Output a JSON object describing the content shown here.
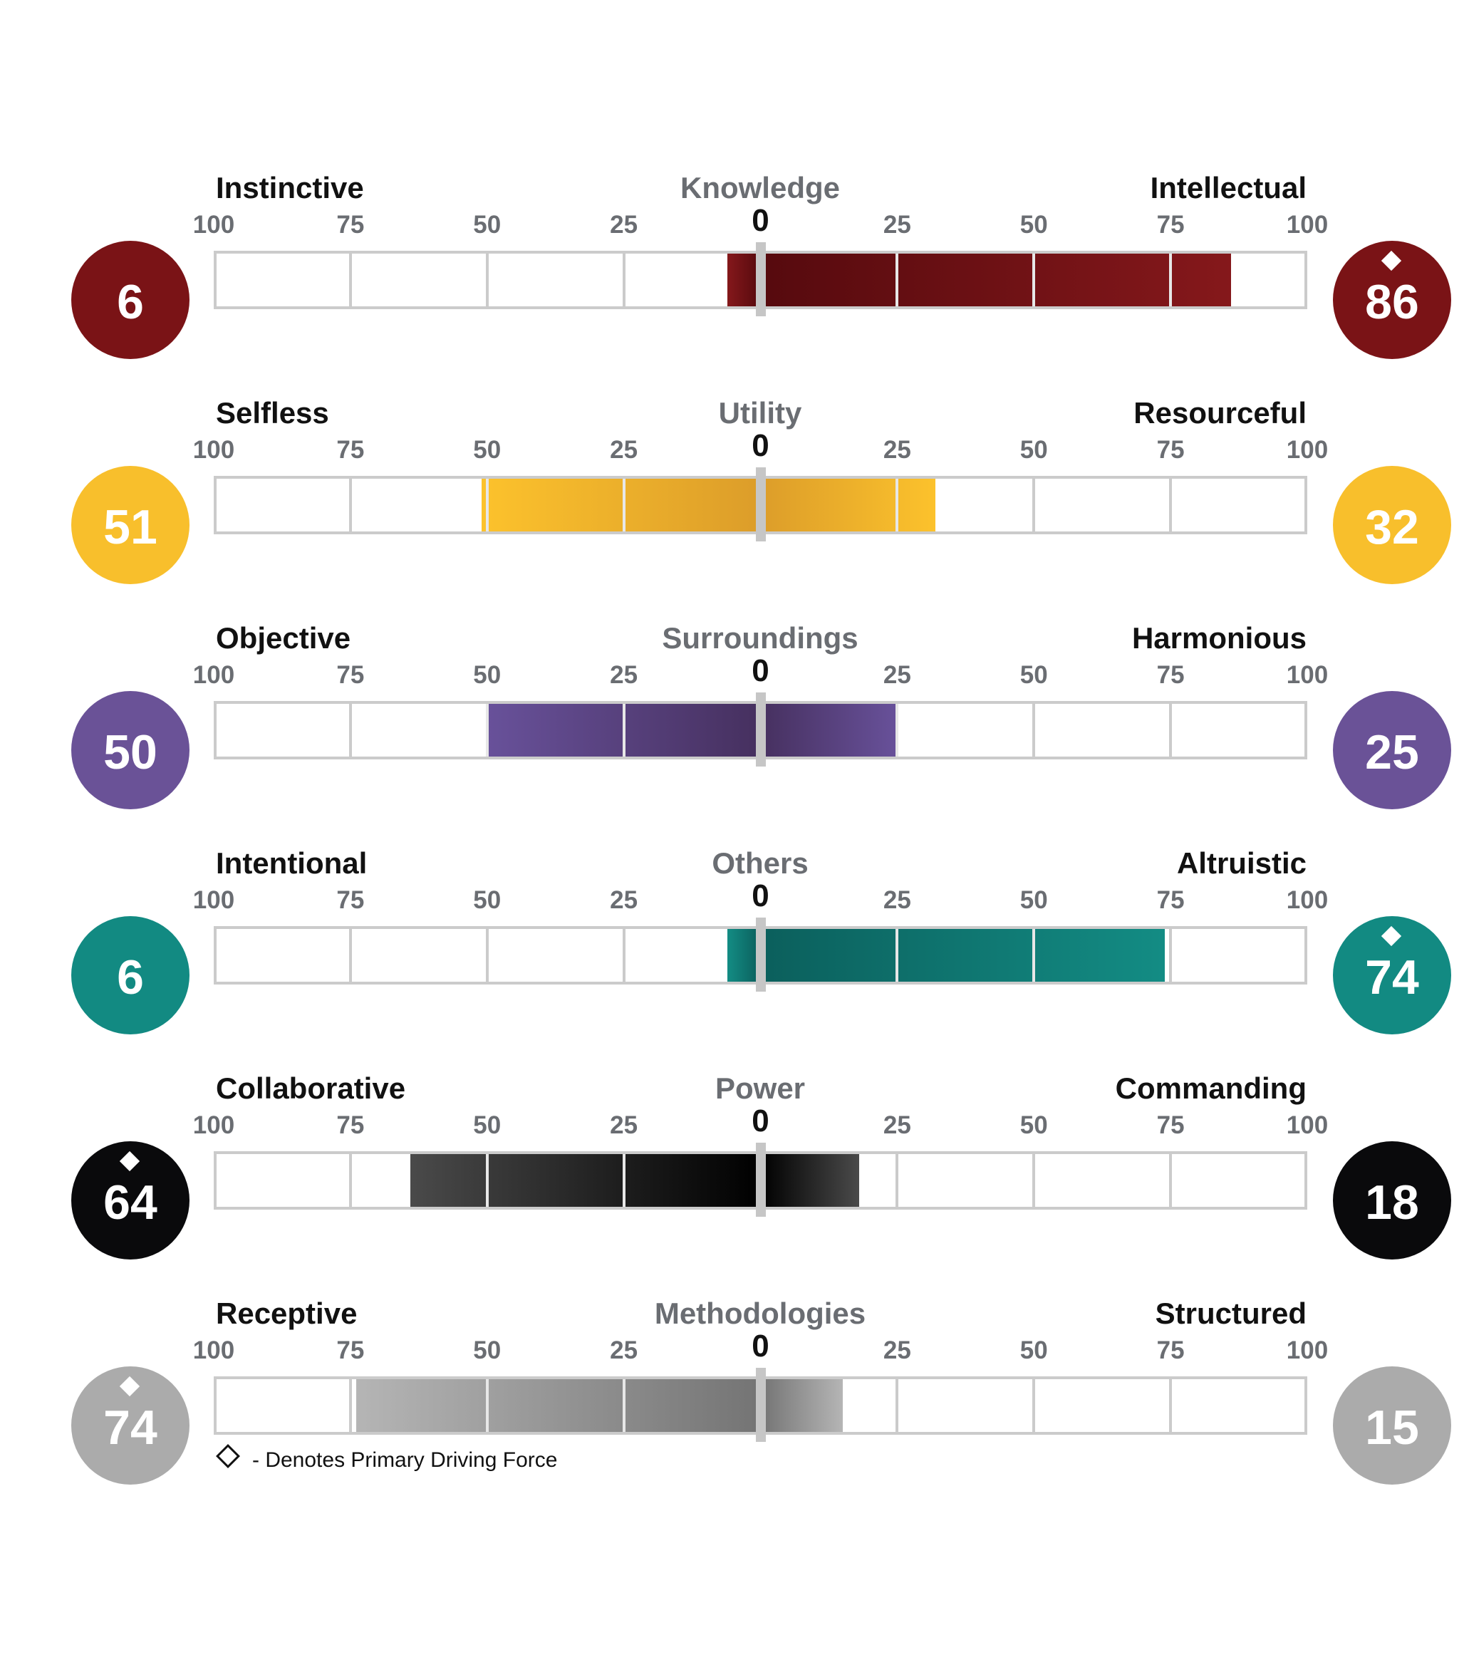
{
  "chart_data": {
    "type": "bar",
    "subtype": "diverging-horizontal",
    "axis": {
      "ticks_left": [
        "100",
        "75",
        "50",
        "25"
      ],
      "tick_zero": "0",
      "ticks_right": [
        "25",
        "50",
        "75",
        "100"
      ],
      "range": [
        -100,
        100
      ]
    },
    "scales": [
      {
        "name": "Knowledge",
        "left_label": "Instinctive",
        "right_label": "Intellectual",
        "left_value": 6,
        "right_value": 86,
        "primary": "right",
        "color": "#7a1316"
      },
      {
        "name": "Utility",
        "left_label": "Selfless",
        "right_label": "Resourceful",
        "left_value": 51,
        "right_value": 32,
        "primary": "",
        "color": "#f8bf2c"
      },
      {
        "name": "Surroundings",
        "left_label": "Objective",
        "right_label": "Harmonious",
        "left_value": 50,
        "right_value": 25,
        "primary": "",
        "color": "#6a5297"
      },
      {
        "name": "Others",
        "left_label": "Intentional",
        "right_label": "Altruistic",
        "left_value": 6,
        "right_value": 74,
        "primary": "right",
        "color": "#128a82"
      },
      {
        "name": "Power",
        "left_label": "Collaborative",
        "right_label": "Commanding",
        "left_value": 64,
        "right_value": 18,
        "primary": "left",
        "color": "#0a0a0c"
      },
      {
        "name": "Methodologies",
        "left_label": "Receptive",
        "right_label": "Structured",
        "left_value": 74,
        "right_value": 15,
        "primary": "left",
        "color": "#ababab"
      }
    ],
    "legend": {
      "text": "- Denotes Primary Driving Force",
      "placement": "bottom-left"
    }
  },
  "colors": {
    "Knowledge": {
      "circle": "#7a1316",
      "bar_outer": "#85181b",
      "bar_inner": "#560a0e"
    },
    "Utility": {
      "circle": "#f8bf2c",
      "bar_outer": "#fcc22c",
      "bar_inner": "#dc9d2a"
    },
    "Surroundings": {
      "circle": "#6a5297",
      "bar_outer": "#68519a",
      "bar_inner": "#46305f"
    },
    "Others": {
      "circle": "#128a82",
      "bar_outer": "#138c84",
      "bar_inner": "#0b5f5c"
    },
    "Power": {
      "circle": "#0a0a0c",
      "bar_outer": "#4a4a4a",
      "bar_inner": "#000000"
    },
    "Methodologies": {
      "circle": "#ababab",
      "bar_outer": "#b5b5b5",
      "bar_inner": "#747474"
    }
  },
  "icons": {
    "primary_marker": "diamond-icon",
    "legend_marker": "diamond-outline-icon"
  }
}
